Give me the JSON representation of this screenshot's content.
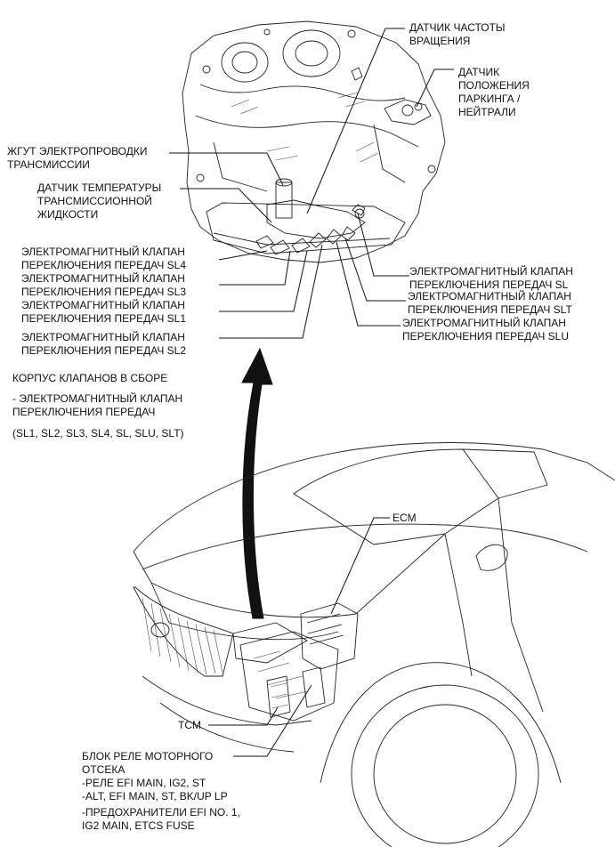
{
  "transmission_labels": {
    "speed_sensor": "ДАТЧИК ЧАСТОТЫ\nВРАЩЕНИЯ",
    "park_neutral_sensor": "ДАТЧИК\nПОЛОЖЕНИЯ\nПАРКИНГА /\nНЕЙТРАЛИ",
    "wire_harness": "ЖГУТ ЭЛЕКТРОПРОВОДКИ\nТРАНСМИССИИ",
    "fluid_temp_sensor": "ДАТЧИК ТЕМПЕРАТУРЫ\nТРАНСМИССИОННОЙ\nЖИДКОСТИ",
    "solenoid_sl4": "ЭЛЕКТРОМАГНИТНЫЙ КЛАПАН\nПЕРЕКЛЮЧЕНИЯ ПЕРЕДАЧ SL4",
    "solenoid_sl3": "ЭЛЕКТРОМАГНИТНЫЙ КЛАПАН\nПЕРЕКЛЮЧЕНИЯ ПЕРЕДАЧ SL3",
    "solenoid_sl1": "ЭЛЕКТРОМАГНИТНЫЙ КЛАПАН\nПЕРЕКЛЮЧЕНИЯ ПЕРЕДАЧ SL1",
    "solenoid_sl2": "ЭЛЕКТРОМАГНИТНЫЙ КЛАПАН\nПЕРЕКЛЮЧЕНИЯ ПЕРЕДАЧ SL2",
    "solenoid_sl": "ЭЛЕКТРОМАГНИТНЫЙ КЛАПАН\nПЕРЕКЛЮЧЕНИЯ ПЕРЕДАЧ SL",
    "solenoid_slt": "ЭЛЕКТРОМАГНИТНЫЙ КЛАПАН\nПЕРЕКЛЮЧЕНИЯ ПЕРЕДАЧ SLT",
    "solenoid_slu": "ЭЛЕКТРОМАГНИТНЫЙ КЛАПАН\nПЕРЕКЛЮЧЕНИЯ ПЕРЕДАЧ SLU"
  },
  "valve_body": {
    "title": "КОРПУС КЛАПАНОВ В СБОРЕ",
    "item": "- ЭЛЕКТРОМАГНИТНЫЙ КЛАПАН\nПЕРЕКЛЮЧЕНИЯ ПЕРЕДАЧ",
    "list": "(SL1, SL2, SL3, SL4, SL, SLU, SLT)"
  },
  "vehicle_labels": {
    "ecm": "ECM",
    "tcm": "TCM",
    "relay_block_title": "БЛОК РЕЛЕ МОТОРНОГО\nОТСЕКА",
    "relay_items": "-РЕЛЕ EFI MAIN, IG2, ST\n-ALT, EFI MAIN, ST, BK/UP LP",
    "fuse_items": "-ПРЕДОХРАНИТЕЛИ EFI NO. 1,\nIG2 MAIN, ETCS FUSE"
  },
  "icons": {
    "transmission": "transmission-drawing",
    "vehicle": "suv-front-drawing",
    "arrow": "curved-up-arrow"
  },
  "colors": {
    "line": "#111111",
    "background": "#ffffff"
  }
}
